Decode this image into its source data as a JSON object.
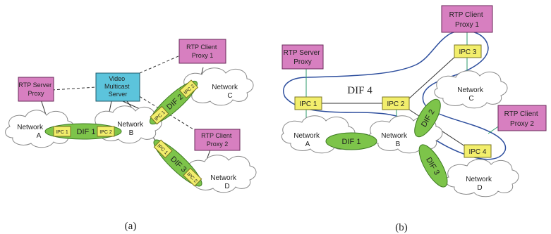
{
  "panel_a": {
    "caption": "(a)",
    "server_proxy": "RTP Server\nProxy",
    "client_proxy_1": "RTP Client\nProxy 1",
    "client_proxy_2": "RTP Client\nProxy 2",
    "multicast": "Video\nMulticast\nServer",
    "network_a": "Network\nA",
    "network_b": "Network\nB",
    "network_c": "Network\nC",
    "network_d": "Network\nD",
    "dif1": "DIF 1",
    "dif2": "DIF 2",
    "dif3": "DIF 3",
    "ipc1": "IPC 1",
    "ipc2": "IPC 2"
  },
  "panel_b": {
    "caption": "(b)",
    "server_proxy": "RTP Server\nProxy",
    "client_proxy_1": "RTP Client\nProxy 1",
    "client_proxy_2": "RTP Client\nProxy 2",
    "network_a": "Network\nA",
    "network_b": "Network\nB",
    "network_c": "Network\nC",
    "network_d": "Network\nD",
    "dif1": "DIF 1",
    "dif2": "DIF 2",
    "dif3": "DIF 3",
    "dif4": "DIF 4",
    "ipc1": "IPC 1",
    "ipc2": "IPC 2",
    "ipc3": "IPC 3",
    "ipc4": "IPC 4"
  },
  "colors": {
    "proxy": "#d77fc0",
    "server": "#5cc4dc",
    "dif": "#7dc44a",
    "ipc": "#f2ee6c",
    "dif4_outline": "#2e4f9e",
    "link_green": "#2b9a6a"
  }
}
